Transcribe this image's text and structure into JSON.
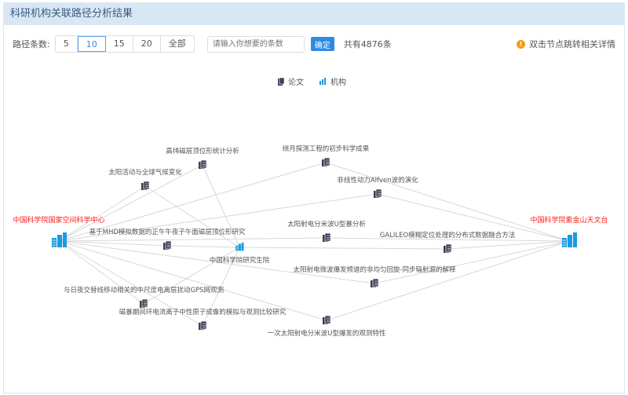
{
  "header": {
    "title": "科研机构关联路径分析结果"
  },
  "toolbar": {
    "label": "路径条数:",
    "options": [
      "5",
      "10",
      "15",
      "20",
      "全部"
    ],
    "selected": "10",
    "input_placeholder": "请输入你想要的条数",
    "confirm": "确定",
    "total": "共有4876条",
    "tip": "双击节点跳转相关详情"
  },
  "legend": {
    "paper": "论文",
    "org": "机构"
  },
  "colors": {
    "org": "#1a9be0",
    "paper": "#3a3f55",
    "highlight": "#ff1a1a",
    "edge": "#d8d8d8"
  },
  "graph": {
    "nodes": [
      {
        "id": "A",
        "type": "org",
        "label": "中国科学院国家空间科学中心",
        "highlight": true
      },
      {
        "id": "B",
        "type": "org",
        "label": "中国科学院紫金山天文台",
        "highlight": true
      },
      {
        "id": "C",
        "type": "org",
        "label": "中国科学院研究生院"
      },
      {
        "id": "p1",
        "type": "paper",
        "label": "高纬磁层顶位形统计分析"
      },
      {
        "id": "p2",
        "type": "paper",
        "label": "太阳活动与全球气候变化"
      },
      {
        "id": "p3",
        "type": "paper",
        "label": "绕月探测工程的初步科学成果"
      },
      {
        "id": "p4",
        "type": "paper",
        "label": "非线性动力Alfven波的演化"
      },
      {
        "id": "p5",
        "type": "paper",
        "label": "太阳射电分米波U型暴分析"
      },
      {
        "id": "p6",
        "type": "paper",
        "label": "GALILEO模糊定位处理的分布式数据融合方法"
      },
      {
        "id": "p7",
        "type": "paper",
        "label": "基于MHD模拟数据的正午午夜子午面磁层顶位形研究"
      },
      {
        "id": "p8",
        "type": "paper",
        "label": "太阳射电微波爆发频谱的非均匀回旋-同步辐射源的解释"
      },
      {
        "id": "p9",
        "type": "paper",
        "label": "与日夜交替线移动相关的中尺度电离层扰动GPS网观测"
      },
      {
        "id": "p10",
        "type": "paper",
        "label": "磁暴期间环电流离子中性原子成像的模拟与观测比较研究"
      },
      {
        "id": "p11",
        "type": "paper",
        "label": "一次太阳射电分米波U型爆发的观测特性"
      }
    ],
    "edges": [
      [
        "A",
        "p1"
      ],
      [
        "A",
        "p2"
      ],
      [
        "p1",
        "C"
      ],
      [
        "p2",
        "C"
      ],
      [
        "A",
        "p3"
      ],
      [
        "p3",
        "B"
      ],
      [
        "A",
        "p4"
      ],
      [
        "p4",
        "B"
      ],
      [
        "A",
        "p5"
      ],
      [
        "p5",
        "B"
      ],
      [
        "A",
        "p7"
      ],
      [
        "p7",
        "C"
      ],
      [
        "C",
        "p6"
      ],
      [
        "p6",
        "B"
      ],
      [
        "A",
        "p8"
      ],
      [
        "p8",
        "B"
      ],
      [
        "A",
        "p9"
      ],
      [
        "p9",
        "C"
      ],
      [
        "A",
        "p10"
      ],
      [
        "p10",
        "C"
      ],
      [
        "A",
        "p11"
      ],
      [
        "p11",
        "B"
      ]
    ]
  }
}
